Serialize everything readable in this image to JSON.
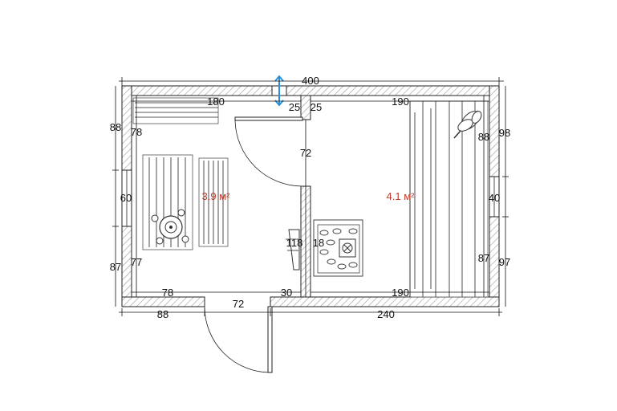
{
  "colors": {
    "area_label": "#c0392b",
    "wall_hatch": "#999999",
    "door_marker": "#2a8fd6"
  },
  "overall": {
    "top_width": "400"
  },
  "rooms": {
    "left": {
      "area": "3.9 м²"
    },
    "right": {
      "area": "4.1 м²"
    }
  },
  "dimensions": {
    "left_top": "180",
    "left_upper_side_outer": "88",
    "left_upper_side_inner": "78",
    "left_middle": "60",
    "left_lower_side_outer": "87",
    "left_lower_side_inner": "77",
    "bottom_left_inner": "78",
    "bottom_left_outer": "88",
    "bottom_door": "72",
    "bottom_partition": "30",
    "bottom_right_outer": "240",
    "partition_left": "25",
    "partition_right": "25",
    "partition_door": "72",
    "partition_lower_left": "118",
    "partition_lower_right": "18",
    "right_top": "190",
    "right_bottom": "190",
    "right_upper_inner": "88",
    "right_upper_outer": "98",
    "right_middle": "40",
    "right_lower_inner": "87",
    "right_lower_outer": "97"
  },
  "icons": [
    "birch-broom-icon",
    "heater-stove-icon",
    "door-swing-icon",
    "door-marker-icon"
  ]
}
